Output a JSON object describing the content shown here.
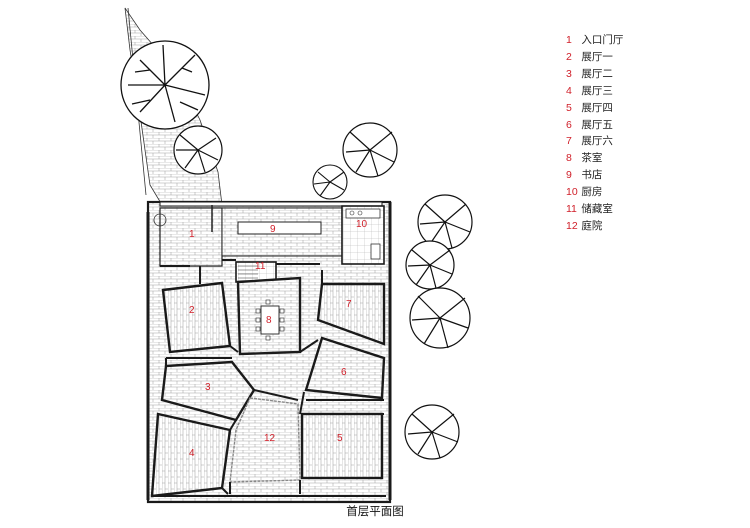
{
  "title": "首层平面图",
  "legend": [
    {
      "num": "1",
      "name": "入口门厅"
    },
    {
      "num": "2",
      "name": "展厅一"
    },
    {
      "num": "3",
      "name": "展厅二"
    },
    {
      "num": "4",
      "name": "展厅三"
    },
    {
      "num": "5",
      "name": "展厅四"
    },
    {
      "num": "6",
      "name": "展厅五"
    },
    {
      "num": "7",
      "name": "展厅六"
    },
    {
      "num": "8",
      "name": "茶室"
    },
    {
      "num": "9",
      "name": "书店"
    },
    {
      "num": "10",
      "name": "厨房"
    },
    {
      "num": "11",
      "name": "储藏室"
    },
    {
      "num": "12",
      "name": "庭院"
    }
  ],
  "colors": {
    "label": "#d0202a",
    "wall": "#1a1a1a",
    "paving": "#9a9a9a",
    "tree": "#111111"
  }
}
